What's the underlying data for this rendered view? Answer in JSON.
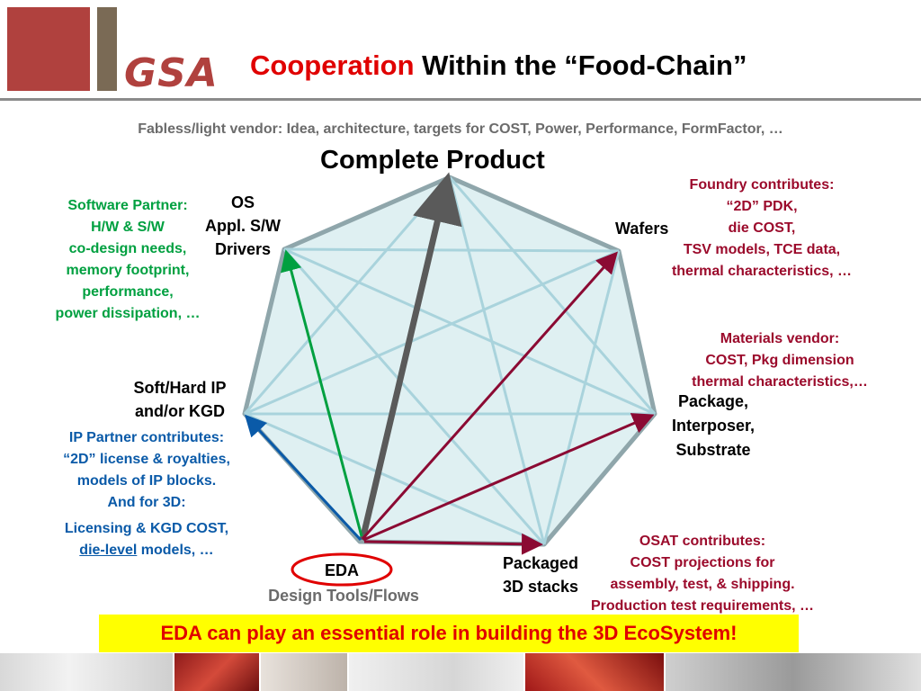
{
  "header": {
    "logo_text": "GSA",
    "title_accent": "Cooperation",
    "title_rest": " Within the “Food-Chain”"
  },
  "subtitle": "Fabless/light vendor: Idea, architecture, targets for COST, Power, Performance, FormFactor,  …",
  "complete_product": "Complete Product",
  "labels": {
    "os": [
      "OS",
      "Appl. S/W",
      "Drivers"
    ],
    "wafers": "Wafers",
    "soft_hard_ip": [
      "Soft/Hard IP",
      "and/or KGD"
    ],
    "package": [
      "Package,",
      "Interposer,",
      "Substrate"
    ],
    "packaged": [
      "Packaged",
      "3D stacks"
    ],
    "eda": "EDA",
    "design_tools": "Design Tools/Flows"
  },
  "notes": {
    "software_partner": [
      "Software Partner:",
      "H/W & S/W",
      "co-design needs,",
      "memory footprint,",
      "performance,",
      "power dissipation, …"
    ],
    "foundry": [
      "Foundry contributes:",
      "“2D” PDK,",
      "die COST,",
      "TSV models, TCE data,",
      "thermal characteristics, …"
    ],
    "materials": [
      "Materials vendor:",
      "COST, Pkg dimension",
      "thermal characteristics,…"
    ],
    "ip_partner": [
      "IP Partner contributes:",
      "“2D” license & royalties,",
      "models of IP blocks.",
      "And for 3D:"
    ],
    "ip_partner_3d_line1": "Licensing & KGD COST,",
    "ip_partner_3d_underlined": "die-level",
    "ip_partner_3d_rest": " models, …",
    "osat": [
      "OSAT contributes:",
      "COST projections for",
      "assembly, test, & shipping.",
      "Production test requirements, …"
    ]
  },
  "banner": "EDA can play an essential role in building  the 3D EcoSystem!",
  "colors": {
    "brand_red": "#b0413e",
    "title_red": "#e00000",
    "heptagon_fill": "#dff0f2",
    "heptagon_edge": "#8fa6ab",
    "inner_lines": "#a9d3dc",
    "green_arrow": "#00a040",
    "blue_arrow": "#0a5aa8",
    "maroon_arrow": "#8b0a33",
    "gray_arrow": "#5a5a5a",
    "banner_bg": "#ffff00"
  }
}
